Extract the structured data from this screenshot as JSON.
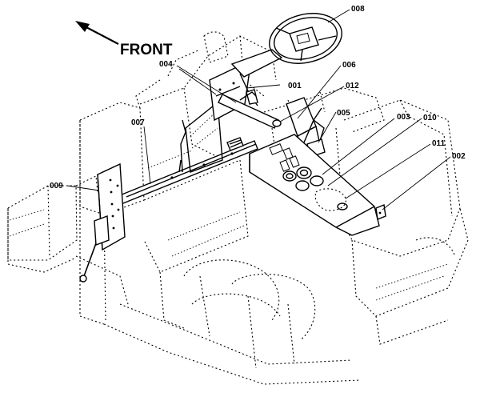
{
  "direction_label": "FRONT",
  "callouts": {
    "c001": "001",
    "c002": "002",
    "c003": "003",
    "c004": "004",
    "c005": "005",
    "c006": "006",
    "c007": "007",
    "c008": "008",
    "c009": "009",
    "c010": "010",
    "c011": "011",
    "c012": "012"
  }
}
